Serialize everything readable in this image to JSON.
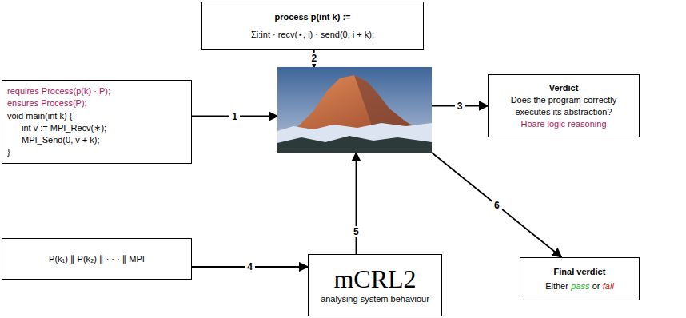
{
  "diagram": {
    "nodes": [
      {
        "text": [
          "process p(int k) :=",
          "Σi:int · recv(⋆, i) · send(0, i + k);"
        ]
      },
      {
        "text": [
          "requires Process(p(k) · P);",
          "ensures Process(P);",
          "void main(int k) {",
          "int v := MPI_Recv(∗);",
          "MPI_Send(0, v + k);",
          "}"
        ]
      },
      {
        "text": []
      },
      {
        "text": [
          "Verdict",
          "Does the program correctly executes its abstraction?",
          "Hoare logic reasoning"
        ]
      },
      {
        "text": [
          "P(k₁) ∥ P(k₂) ∥ · · · ∥ MPI"
        ]
      },
      {
        "text": [
          "mCRL2",
          "analysing system behaviour"
        ]
      },
      {
        "text": [
          "Final verdict",
          "Either",
          "pass",
          "or",
          "fail"
        ]
      }
    ],
    "edges": [
      {
        "from": 1,
        "to": 2,
        "arrow": "to",
        "label": "1"
      },
      {
        "from": 0,
        "to": 2,
        "arrow": "to",
        "label": "2"
      },
      {
        "from": 2,
        "to": 3,
        "arrow": "to",
        "label": "3"
      },
      {
        "from": 4,
        "to": 5,
        "arrow": "to",
        "label": "4"
      },
      {
        "from": 5,
        "to": 2,
        "arrow": "to",
        "label": "5"
      },
      {
        "from": 2,
        "to": 6,
        "arrow": "to",
        "label": "6"
      }
    ]
  }
}
